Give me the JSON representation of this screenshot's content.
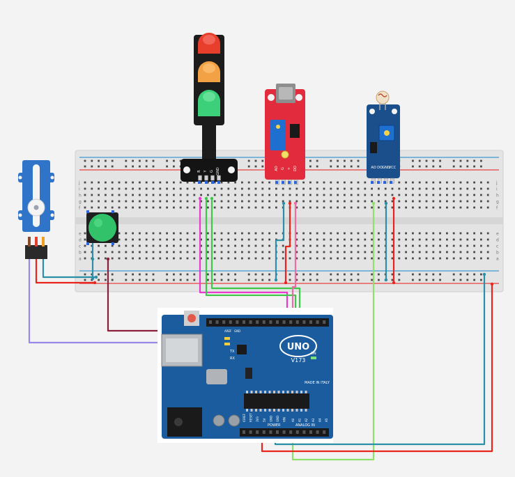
{
  "traffic_light": {
    "pin_labels": [
      "R",
      "Y",
      "G",
      "GND"
    ]
  },
  "sound_sensor": {
    "pin_labels": [
      "AO",
      "G",
      "+",
      "DO"
    ]
  },
  "light_sensor": {
    "pin_labels": [
      "AO",
      "DO",
      "GND",
      "VCC"
    ]
  },
  "arduino": {
    "badge": "UNO",
    "version": "V173",
    "made_in": "MADE IN ITALY",
    "power_label": "POWER",
    "analog_label": "ANALOG IN",
    "rx_label": "RX",
    "tx_label": "TX",
    "on_label": "ON",
    "aref_label": "AREF",
    "gnd_label": "GND",
    "power_pins": [
      "IOREF",
      "RESET",
      "3V3",
      "5V",
      "GND",
      "GND",
      "VIN"
    ],
    "analog_pins": [
      "A0",
      "A1",
      "A2",
      "A3",
      "A4",
      "A5"
    ]
  },
  "breadboard": {
    "row_letters_top": [
      "j",
      "i",
      "h",
      "g",
      "f"
    ],
    "row_letters_bottom": [
      "e",
      "d",
      "c",
      "b",
      "a"
    ],
    "column_count": 60
  },
  "colors": {
    "wire_magenta": "#e83ad0",
    "wire_green": "#3ec84a",
    "wire_teal": "#2b8fa8",
    "wire_pink": "#f06aa6",
    "wire_red": "#e8241c",
    "wire_lime": "#8ee06a",
    "wire_purple": "#9a88e8",
    "wire_maroon": "#8a1f3c",
    "board_blue": "#1a5c9e",
    "sound_red": "#e22b3c"
  }
}
